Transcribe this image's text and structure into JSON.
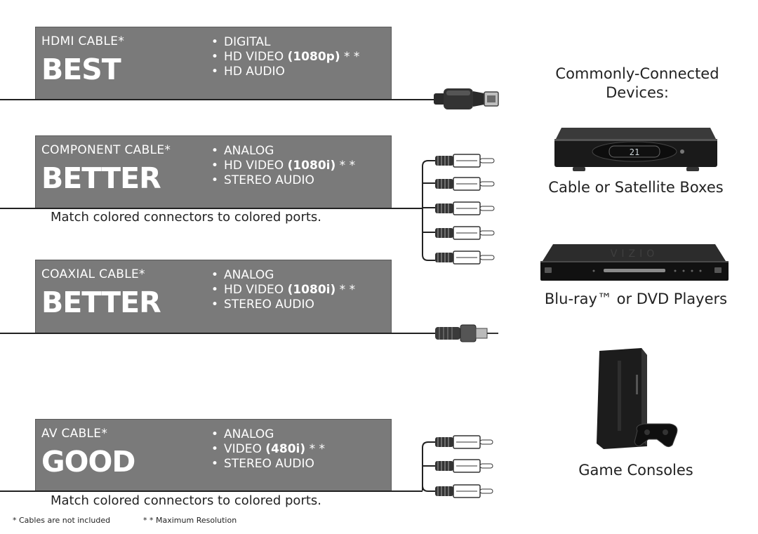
{
  "cables": [
    {
      "type": "HDMI CABLE*",
      "rating": "BEST",
      "features": [
        {
          "text": "DIGITAL",
          "bold": ""
        },
        {
          "text": "HD VIDEO",
          "bold": "(1080p)",
          "suffix": "* *"
        },
        {
          "text": "HD AUDIO",
          "bold": ""
        }
      ]
    },
    {
      "type": "COMPONENT CABLE*",
      "rating": "BETTER",
      "features": [
        {
          "text": "ANALOG",
          "bold": ""
        },
        {
          "text": "HD VIDEO",
          "bold": "(1080i)",
          "suffix": "* *"
        },
        {
          "text": "STEREO AUDIO",
          "bold": ""
        }
      ],
      "note": "Match colored connectors to colored ports."
    },
    {
      "type": "COAXIAL CABLE*",
      "rating": "BETTER",
      "features": [
        {
          "text": "ANALOG",
          "bold": ""
        },
        {
          "text": "HD VIDEO",
          "bold": "(1080i)",
          "suffix": "* *"
        },
        {
          "text": "STEREO AUDIO",
          "bold": ""
        }
      ]
    },
    {
      "type": "AV CABLE*",
      "rating": "GOOD",
      "features": [
        {
          "text": "ANALOG",
          "bold": ""
        },
        {
          "text": "VIDEO",
          "bold": "(480i)",
          "suffix": "* *"
        },
        {
          "text": "STEREO AUDIO",
          "bold": ""
        }
      ],
      "note": "Match colored connectors to colored ports."
    }
  ],
  "devices_heading": "Commonly-Connected Devices:",
  "devices": [
    {
      "label": "Cable or Satellite Boxes",
      "icon": "set-top-box"
    },
    {
      "label": "Blu-ray™ or DVD Players",
      "icon": "disc-player",
      "display_text": "VIZIO"
    },
    {
      "label": "Game Consoles",
      "icon": "game-console"
    }
  ],
  "set_top_box_display": "21",
  "footnotes": {
    "cables": "* Cables are not included",
    "resolution": "* * Maximum Resolution"
  },
  "colors": {
    "panel": "#7a7a7a",
    "text_on_panel": "#ffffff",
    "device_body": "#1a1a1a"
  }
}
